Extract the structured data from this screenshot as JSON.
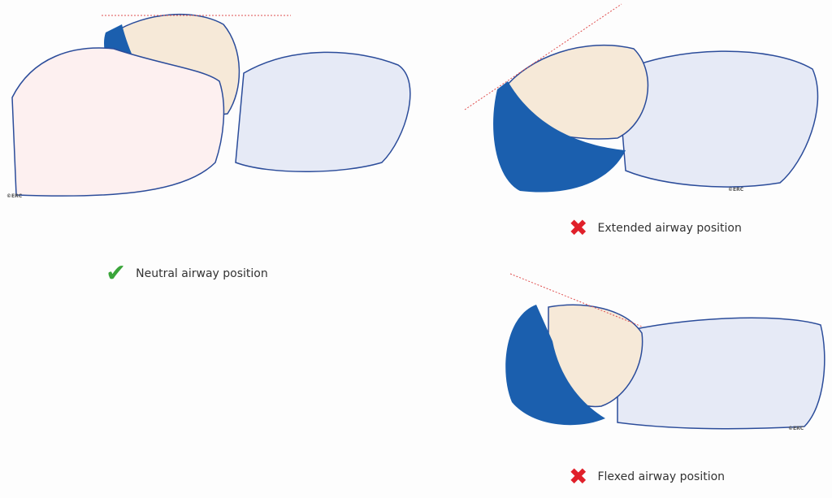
{
  "panels": [
    {
      "label": "Neutral airway position",
      "status": "correct",
      "icon": "check-icon",
      "watermark": "©ERC"
    },
    {
      "label": "Extended airway position",
      "status": "incorrect",
      "icon": "cross-icon",
      "watermark": "©ERC"
    },
    {
      "label": "Flexed airway position",
      "status": "incorrect",
      "icon": "cross-icon",
      "watermark": "©ERC"
    }
  ],
  "colors": {
    "hat": "#1b5fae",
    "skin": "#f6e9d8",
    "blanket": "#e6eaf6",
    "outline": "#2b4c9a",
    "guide": "#e05050",
    "check": "#3aa53a",
    "cross": "#e0202a"
  }
}
